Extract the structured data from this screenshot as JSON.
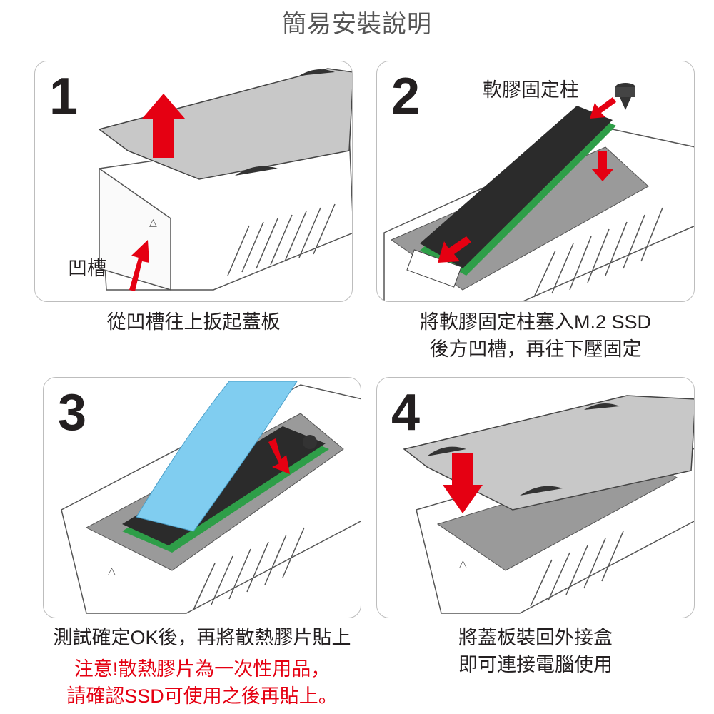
{
  "title": "簡易安裝說明",
  "steps": [
    {
      "number": "1",
      "label": "凹槽",
      "caption": [
        "從凹槽往上扳起蓋板"
      ]
    },
    {
      "number": "2",
      "label": "軟膠固定柱",
      "caption": [
        "將軟膠固定柱塞入M.2 SSD",
        "後方凹槽，再往下壓固定"
      ]
    },
    {
      "number": "3",
      "caption": [
        "測試確定OK後，再將散熱膠片貼上"
      ],
      "note": [
        "注意!散熱膠片為一次性用品，",
        "請確認SSD可使用之後再貼上。"
      ]
    },
    {
      "number": "4",
      "caption": [
        "將蓋板裝回外接盒",
        "即可連接電腦使用"
      ]
    }
  ],
  "colors": {
    "arrow": "#e50012",
    "lid": "#c8c8c8",
    "ssd": "#2b2b2b",
    "pcb": "#2e9e48",
    "pad": "#80cdf0",
    "note": "#e50012"
  }
}
